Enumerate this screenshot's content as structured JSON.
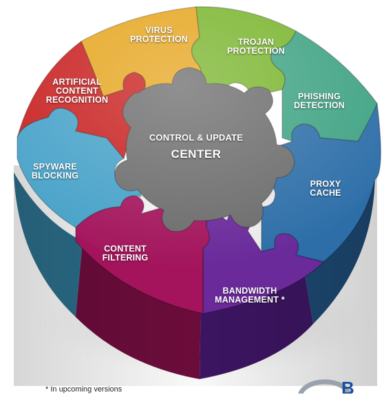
{
  "pieces": {
    "virus": {
      "lines": [
        "VIRUS",
        "PROTECTION"
      ],
      "color": "#e6a51e"
    },
    "trojan": {
      "lines": [
        "TROJAN",
        "PROTECTION"
      ],
      "color": "#7ab52e"
    },
    "phishing": {
      "lines": [
        "PHISHING",
        "DETECTION"
      ],
      "color": "#3fa383"
    },
    "proxy": {
      "lines": [
        "PROXY",
        "CACHE"
      ],
      "color": "#2d6ea8"
    },
    "bandwidth": {
      "lines": [
        "BANDWIDTH",
        "MANAGEMENT"
      ],
      "marker": "*",
      "color": "#6a2a9a"
    },
    "content": {
      "lines": [
        "CONTENT",
        "FILTERING"
      ],
      "color": "#a3145c"
    },
    "spyware": {
      "lines": [
        "SPYWARE",
        "BLOCKING"
      ],
      "color": "#45a1c8"
    },
    "artificial": {
      "lines": [
        "ARTIFICIAL",
        "CONTENT",
        "RECOGNITION"
      ],
      "color": "#c81e1e"
    }
  },
  "center": {
    "line1": "CONTROL & UPDATE",
    "line2": "CENTER",
    "color": "#6b6b6b"
  },
  "footnote": "* In upcoming versions",
  "logo_letter": "B"
}
